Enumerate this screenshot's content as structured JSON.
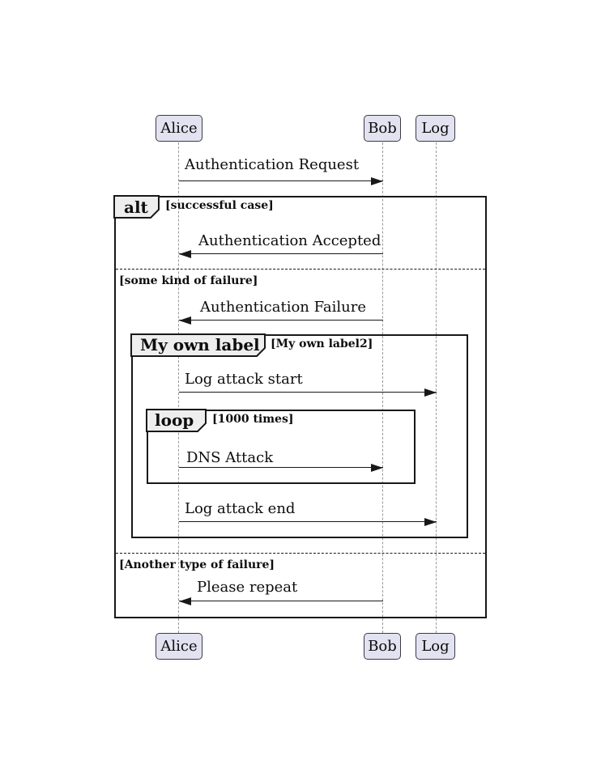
{
  "participants": [
    {
      "name": "Alice"
    },
    {
      "name": "Bob"
    },
    {
      "name": "Log"
    }
  ],
  "messages": [
    {
      "label": "Authentication Request",
      "from": "Alice",
      "to": "Bob",
      "direction": "right"
    },
    {
      "label": "Authentication Accepted",
      "from": "Bob",
      "to": "Alice",
      "direction": "left"
    },
    {
      "label": "Authentication Failure",
      "from": "Bob",
      "to": "Alice",
      "direction": "left"
    },
    {
      "label": "Log attack start",
      "from": "Alice",
      "to": "Log",
      "direction": "right"
    },
    {
      "label": "DNS Attack",
      "from": "Alice",
      "to": "Bob",
      "direction": "right"
    },
    {
      "label": "Log attack end",
      "from": "Alice",
      "to": "Log",
      "direction": "right"
    },
    {
      "label": "Please repeat",
      "from": "Bob",
      "to": "Alice",
      "direction": "left"
    }
  ],
  "frames": {
    "alt": {
      "operator": "alt",
      "sections": [
        {
          "guard": "[successful case]"
        },
        {
          "guard": "[some kind of failure]"
        },
        {
          "guard": "[Another type of failure]"
        }
      ]
    },
    "group": {
      "operator": "My own label",
      "guard": "[My own label2]"
    },
    "loop": {
      "operator": "loop",
      "guard": "[1000 times]"
    }
  },
  "colors": {
    "participant_fill": "#E2E2F0",
    "participant_border": "#3b3b47",
    "operator_tab_fill": "#EEEEEE",
    "frame_border": "#181818",
    "lifeline": "#999999",
    "text": "#0d0d0d",
    "background": "#FFFFFF"
  }
}
